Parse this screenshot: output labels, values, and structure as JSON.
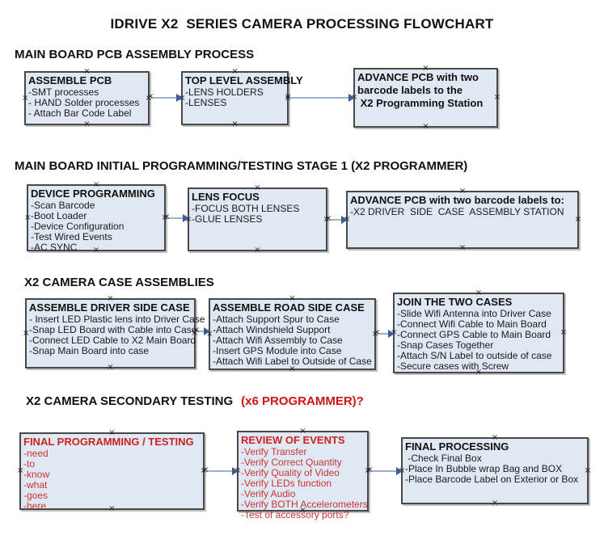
{
  "title": "IDRIVE X2  SERIES CAMERA PROCESSING FLOWCHART",
  "colors": {
    "box_fill": "#dfe8f3",
    "box_border": "#484848",
    "arrow_line": "#9fb3cf",
    "arrow_head": "#3d5c96",
    "heading_red": "#d01414",
    "box_red_text": "#cc3333",
    "text": "#111111"
  },
  "sections": [
    {
      "heading": "MAIN BOARD PCB ASSEMBLY PROCESS",
      "boxes": [
        {
          "title": "ASSEMBLE PCB",
          "lines": [
            "-SMT processes",
            "- HAND Solder processes",
            "- Attach Bar Code Label"
          ]
        },
        {
          "title": "TOP LEVEL ASSEMBLY",
          "lines": [
            "-LENS HOLDERS",
            "-LENSES"
          ]
        },
        {
          "title": "ADVANCE PCB with two\nbarcode labels to the\n X2 Programming Station",
          "lines": []
        }
      ]
    },
    {
      "heading": "MAIN BOARD INITIAL PROGRAMMING/TESTING STAGE 1 (X2 PROGRAMMER)",
      "boxes": [
        {
          "title": "DEVICE PROGRAMMING",
          "lines": [
            "-Scan Barcode",
            "-Boot Loader",
            "-Device Configuration",
            "-Test Wired Events",
            "-AC SYNC"
          ]
        },
        {
          "title": "LENS FOCUS",
          "lines": [
            "-FOCUS BOTH LENSES",
            "-GLUE LENSES"
          ]
        },
        {
          "title": "ADVANCE PCB with two barcode labels to:",
          "lines": [
            "-X2 DRIVER  SIDE  CASE  ASSEMBLY STATION"
          ]
        }
      ]
    },
    {
      "heading": "X2 CAMERA CASE ASSEMBLIES",
      "boxes": [
        {
          "title": "ASSEMBLE DRIVER SIDE CASE",
          "lines": [
            "- Insert LED Plastic lens into Driver Case",
            "-Snap LED Board with Cable into Case",
            "-Connect LED Cable to X2 Main Board",
            "-Snap Main Board into case"
          ]
        },
        {
          "title": "ASSEMBLE ROAD SIDE CASE",
          "lines": [
            "-Attach Support Spur to Case",
            "-Attach Windshield Support",
            "-Attach Wifi Assembly to Case",
            "-Insert GPS Module into Case",
            "-Attach Wifi Label to Outside of Case"
          ]
        },
        {
          "title": "JOIN THE TWO CASES",
          "lines": [
            "-Slide Wifi Antenna into Driver Case",
            "-Connect Wifi Cable to Main Board",
            "-Connect GPS Cable to Main Board",
            "-Snap Cases Together",
            "-Attach S/N Label to outside of case",
            "-Secure cases with Screw"
          ]
        }
      ]
    },
    {
      "heading": "X2 CAMERA SECONDARY TESTING",
      "heading_red": "(x6 PROGRAMMER)?",
      "boxes": [
        {
          "title": "FINAL PROGRAMMING / TESTING",
          "lines": [
            "-need",
            "-to",
            "-know",
            "-what",
            "-goes",
            "-here"
          ]
        },
        {
          "title": "REVIEW OF EVENTS",
          "lines": [
            "-Verify Transfer",
            "-Verify Correct Quantity",
            "-Verify Quality of Video",
            "-Verify LEDs function",
            "-Verify Audio",
            "-Verify BOTH Accelerometers",
            "-Test of accessory ports?"
          ]
        },
        {
          "title": "FINAL PROCESSING",
          "lines": [
            " -Check Final Box",
            "-Place In Bubble wrap Bag and BOX",
            "-Place Barcode Label on Exterior or Box"
          ]
        }
      ]
    }
  ]
}
